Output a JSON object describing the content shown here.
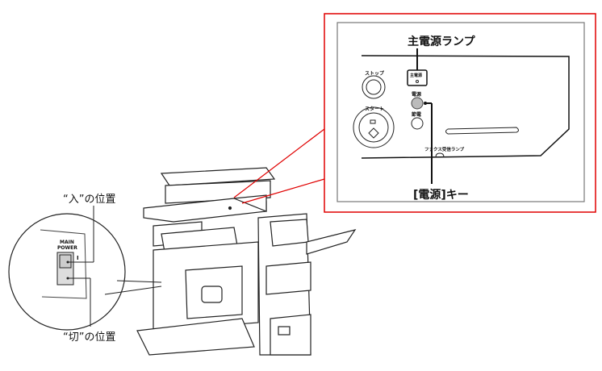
{
  "callouts": {
    "main_power_lamp": "主電源ランプ",
    "power_key": "[電源]キー",
    "on_position": "“入”の位置",
    "off_position": "“切”の位置"
  },
  "panel": {
    "stop": "ストップ",
    "start": "スタート",
    "main_power": "主電源",
    "power": "電源",
    "energy_save": "節電",
    "fax_lamp": "ファクス受信ランプ"
  },
  "switch": {
    "label_line1": "MAIN",
    "label_line2": "POWER",
    "on_mark": "I"
  },
  "colors": {
    "highlight_border": "#e00000",
    "panel_border": "#777777"
  }
}
